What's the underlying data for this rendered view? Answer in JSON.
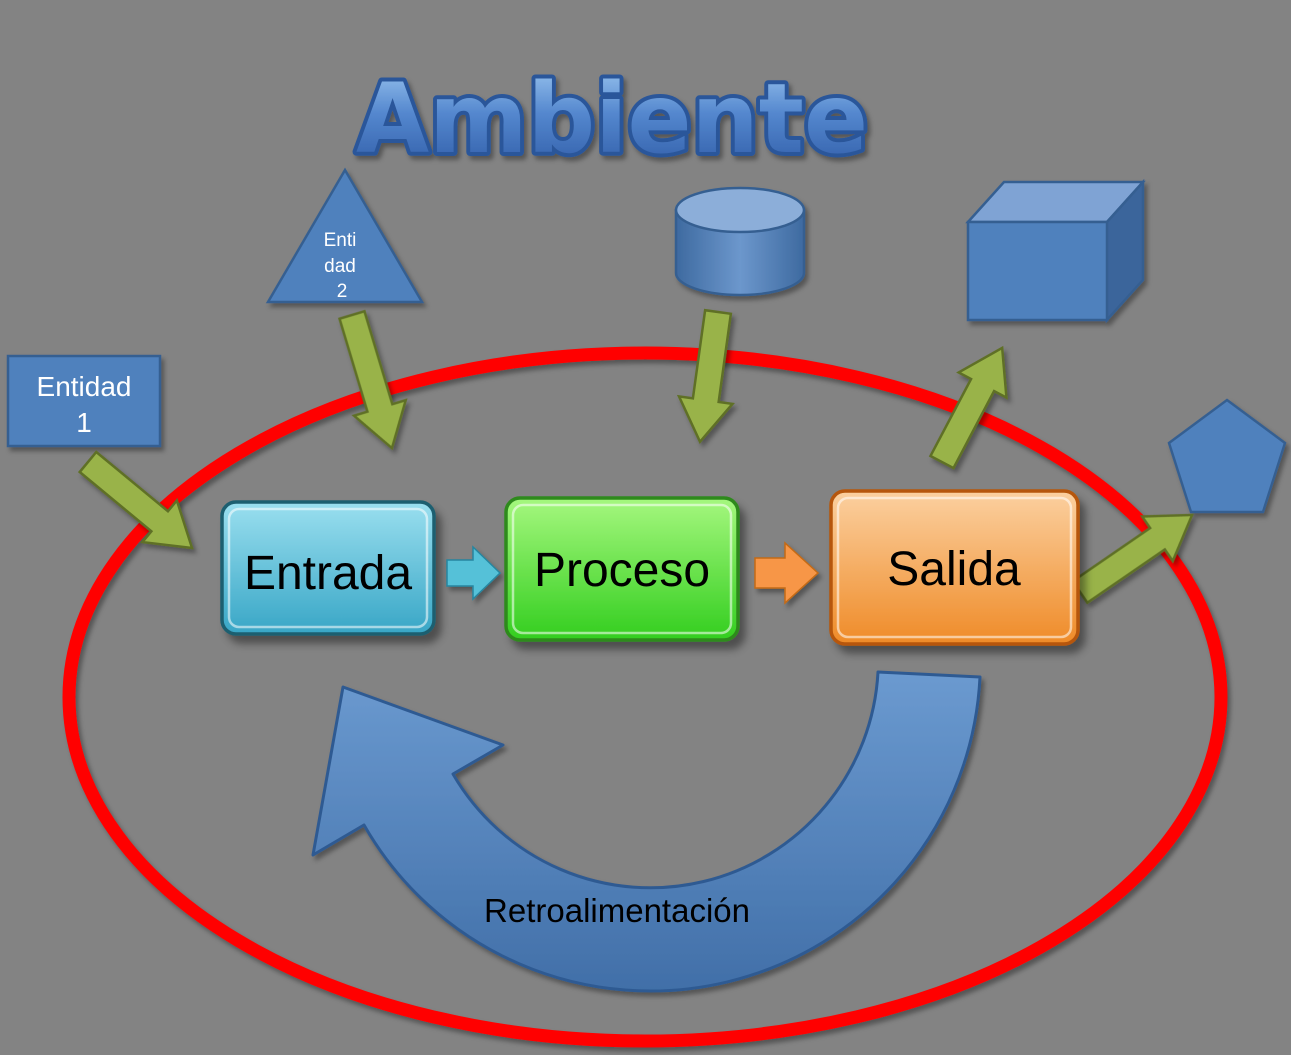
{
  "diagram": {
    "title": "Ambiente",
    "feedback_label": "Retroalimentación",
    "process_flow": {
      "entrada": "Entrada",
      "proceso": "Proceso",
      "salida": "Salida"
    },
    "entities": {
      "entity1": {
        "line1": "Entidad",
        "line2": "1"
      },
      "entity2": {
        "line1": "Enti",
        "line2": "dad",
        "line3": "2"
      }
    },
    "colors": {
      "background": "#838383",
      "shape_blue": "#4F81BD",
      "shape_blue_border": "#365F91",
      "title_fill": "#5B8BD0",
      "title_outline": "#2B579A",
      "arrow_green": "#99B348",
      "arrow_green_border": "#5F7026",
      "boundary_red": "#FF0000",
      "entrada_fill": "#4BC0DC",
      "entrada_border": "#1E5E70",
      "proceso_fill": "#4FE02F",
      "proceso_border": "#2F8A1F",
      "salida_fill": "#F79646",
      "salida_border": "#B65708",
      "feedback_fill": "#5585BE",
      "feedback_border": "#2F5A92"
    }
  }
}
